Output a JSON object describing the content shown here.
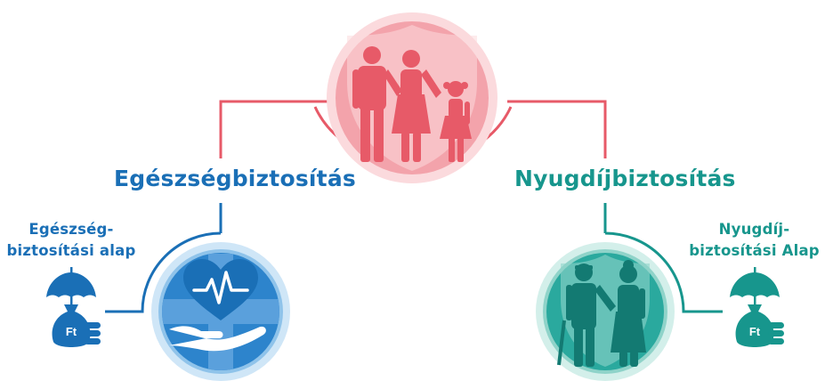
{
  "colors": {
    "social": "#e75a68",
    "social_light": "#f3a3ab",
    "social_pale": "#fbdadd",
    "health": "#1a6fb6",
    "health_mid": "#2d84cc",
    "health_light": "#8fc3ea",
    "health_pale": "#cfe6f7",
    "pension": "#17968d",
    "pension_mid": "#2aa99e",
    "pension_light": "#8fd3c9",
    "pension_pale": "#d3efea"
  },
  "icons": {
    "center": "family-shield-icon",
    "health": "heart-hand-cross-icon",
    "pension": "elderly-couple-shield-icon",
    "fund": "umbrella-money-bag-coins-icon"
  },
  "health": {
    "branch_label": "Egészségbiztosítás",
    "fund_label_line1": "Egészség-",
    "fund_label_line2": "biztosítási alap",
    "currency": "Ft"
  },
  "pension": {
    "branch_label": "Nyugdíjbiztosítás",
    "fund_label_line1": "Nyugdíj-",
    "fund_label_line2": "biztosítási Alap",
    "currency": "Ft"
  }
}
